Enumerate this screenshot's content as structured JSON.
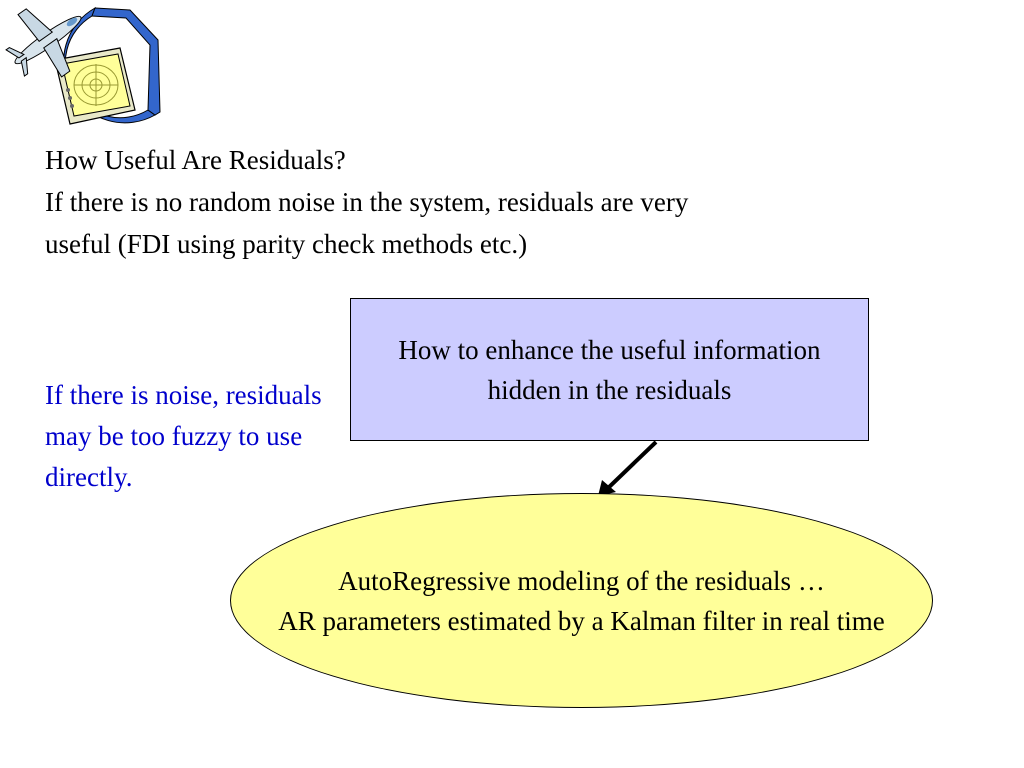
{
  "colors": {
    "background": "#ffffff",
    "text": "#000000",
    "accent_text": "#0000cc",
    "box_fill": "#ccccff",
    "ellipse_fill": "#ffff99",
    "logo_ring": "#3366cc",
    "logo_screen": "#ffff99"
  },
  "logo": {
    "icon": "airplane-radar-icon"
  },
  "heading": "How Useful Are Residuals?",
  "intro_paragraph": "If there is no random noise in the system, residuals are very useful (FDI using parity check methods etc.)",
  "noise_note": "If there is noise, residuals may be too fuzzy to use directly.",
  "enhance_box": {
    "text": "How to enhance the useful information hidden in the residuals"
  },
  "arrow": {
    "icon": "arrow-down-left-icon"
  },
  "ar_ellipse": {
    "line1": "AutoRegressive modeling of the residuals …",
    "line2": "AR parameters estimated by a Kalman filter in real time"
  }
}
